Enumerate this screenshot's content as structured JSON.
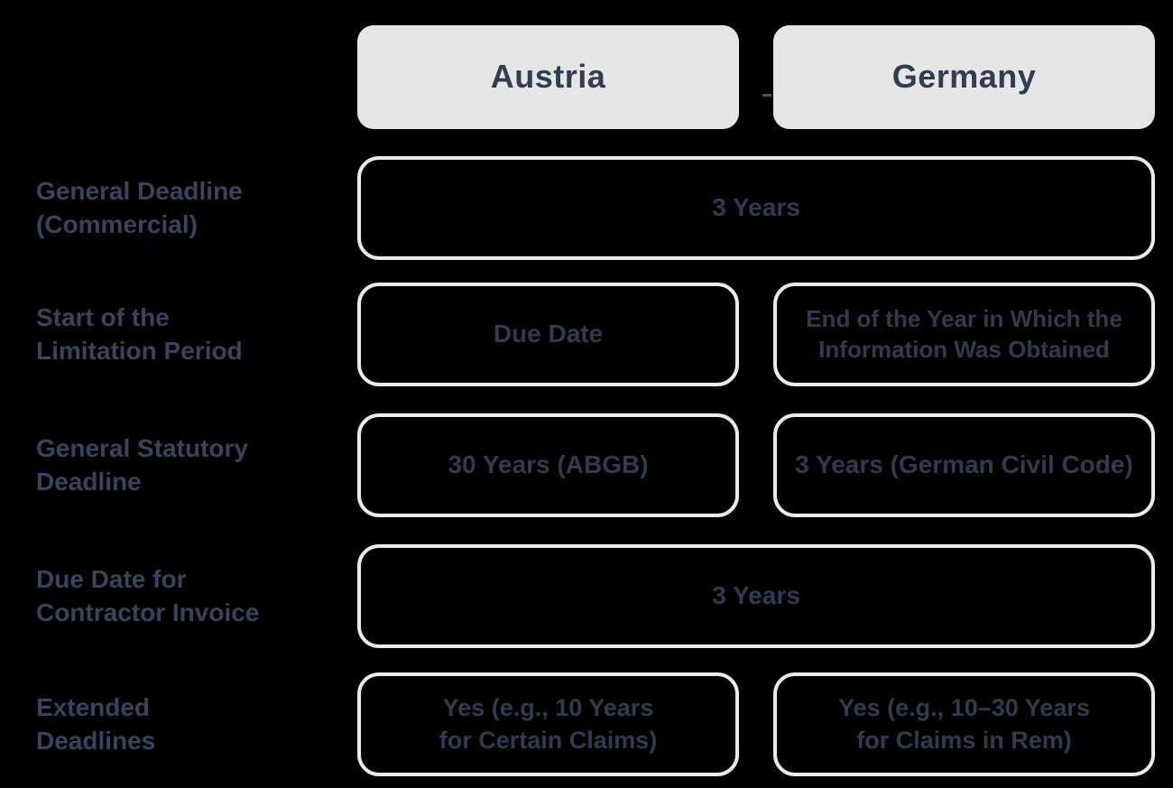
{
  "diagram_type": "comparison-table",
  "columns": [
    {
      "label": "Austria"
    },
    {
      "label": "Germany"
    }
  ],
  "rows": [
    {
      "label": "General Deadline\n(Commercial)",
      "span": "both",
      "value": "3 Years"
    },
    {
      "label": "Start of the\nLimitation Period",
      "austria": "Due Date",
      "germany": "End of the Year in Which the\nInformation Was Obtained"
    },
    {
      "label": "General Statutory\nDeadline",
      "austria": "30 Years (ABGB)",
      "germany": "3 Years (German Civil Code)"
    },
    {
      "label": "Due Date for\nContractor Invoice",
      "span": "both",
      "value": "3 Years"
    },
    {
      "label": "Extended\nDeadlines",
      "austria": "Yes (e.g., 10 Years\nfor Certain Claims)",
      "germany": "Yes (e.g., 10–30 Years\nfor Claims in Rem)"
    }
  ],
  "colors": {
    "background": "#000000",
    "header_fill": "#e6e6e6",
    "header_text": "#2f3e52",
    "box_border": "#edebe8",
    "value_text": "#2e3c50",
    "label_text": "#36455c",
    "connector_dash": "#44546b"
  }
}
